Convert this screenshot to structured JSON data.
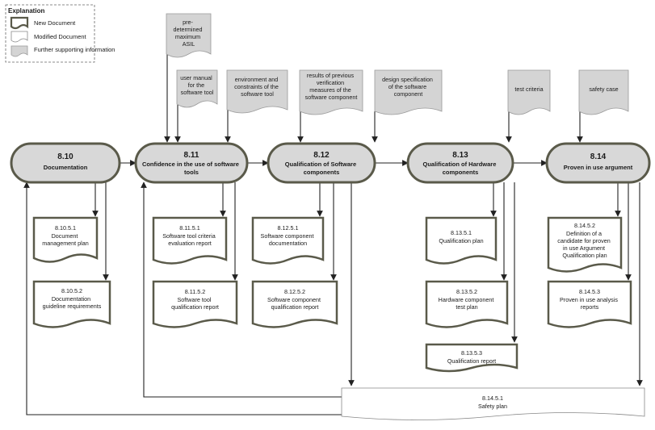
{
  "legend": {
    "title": "Explanation",
    "items": [
      {
        "label": "New Document",
        "style": "new"
      },
      {
        "label": "Modified  Document",
        "style": "modified"
      },
      {
        "label": "Further supporting information",
        "style": "supporting"
      }
    ]
  },
  "colors": {
    "process_fill": "#d8d8d8",
    "process_stroke": "#5a5a4a",
    "new_doc_stroke": "#5a5a4a",
    "supporting_fill": "#d4d4d4",
    "supporting_stroke": "#9a9a9a",
    "arrow": "#222222"
  },
  "inputs": [
    {
      "id": "in-asil",
      "text": "pre-determined maximum ASIL"
    },
    {
      "id": "in-manual",
      "text": "user manual for the software tool"
    },
    {
      "id": "in-env",
      "text": "environment and constraints of the software tool"
    },
    {
      "id": "in-results",
      "text": "results of previous verification measures of the software component"
    },
    {
      "id": "in-design",
      "text": "design specification of the software component"
    },
    {
      "id": "in-testcrit",
      "text": "test criteria"
    },
    {
      "id": "in-safetycase",
      "text": "safety case"
    }
  ],
  "processes": [
    {
      "id": "p810",
      "number": "8.10",
      "title": "Documentation"
    },
    {
      "id": "p811",
      "number": "8.11",
      "title": "Confidence in the use of software tools"
    },
    {
      "id": "p812",
      "number": "8.12",
      "title": "Qualification of Software components"
    },
    {
      "id": "p813",
      "number": "8.13",
      "title": "Qualification of Hardware components"
    },
    {
      "id": "p814",
      "number": "8.14",
      "title": "Proven in use argument"
    }
  ],
  "outputs": [
    {
      "id": "o81051",
      "number": "8.10.5.1",
      "title": "Document management plan"
    },
    {
      "id": "o81052",
      "number": "8.10.5.2",
      "title": "Documentation guideline requirements"
    },
    {
      "id": "o81151",
      "number": "8.11.5.1",
      "title": "Software tool criteria evaluation report"
    },
    {
      "id": "o81152",
      "number": "8.11.5.2",
      "title": "Software tool qualification report"
    },
    {
      "id": "o81251",
      "number": "8.12.5.1",
      "title": "Software component documentation"
    },
    {
      "id": "o81252",
      "number": "8.12.5.2",
      "title": "Software component qualification report"
    },
    {
      "id": "o81351",
      "number": "8.13.5.1",
      "title": "Qualification plan"
    },
    {
      "id": "o81352",
      "number": "8.13.5.2",
      "title": "Hardware component test plan"
    },
    {
      "id": "o81353",
      "number": "8.13.5.3",
      "title": "Qualification report"
    },
    {
      "id": "o81452",
      "number": "8.14.5.2",
      "title": "Definition of a candidate for proven in use Argument Qualification plan"
    },
    {
      "id": "o81453",
      "number": "8.14.5.3",
      "title": "Proven in use analysis reports"
    },
    {
      "id": "o81451",
      "number": "8.14.5.1",
      "title": "Safety plan"
    }
  ]
}
